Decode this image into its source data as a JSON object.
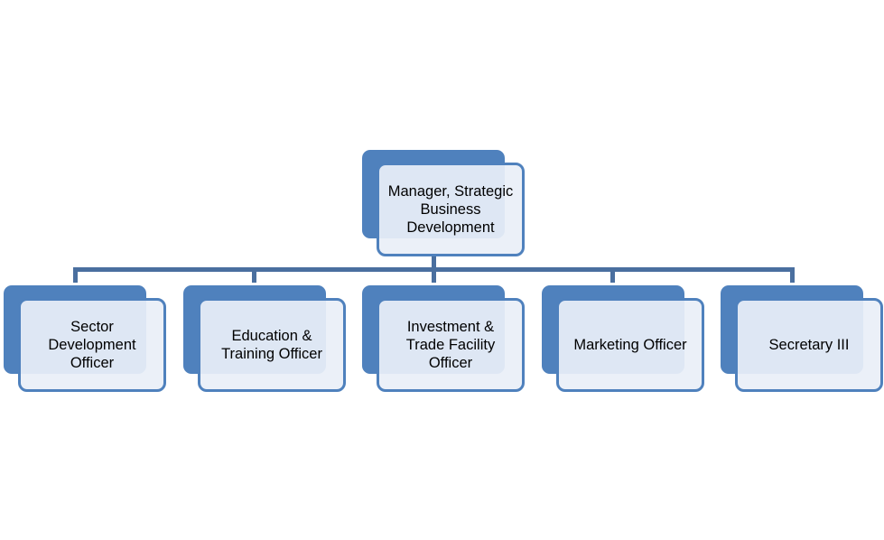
{
  "colors": {
    "back": "#4f81bd",
    "border": "#4f81bd",
    "fill": "#eaeff7",
    "connector": "#4a6f9f"
  },
  "root": {
    "label": "Manager, Strategic\nBusiness\nDevelopment"
  },
  "children": [
    {
      "label": "Sector\nDevelopment\nOfficer"
    },
    {
      "label": "Education &\nTraining Officer"
    },
    {
      "label": "Investment &\nTrade Facility\nOfficer"
    },
    {
      "label": "Marketing Officer"
    },
    {
      "label": "Secretary III"
    }
  ]
}
